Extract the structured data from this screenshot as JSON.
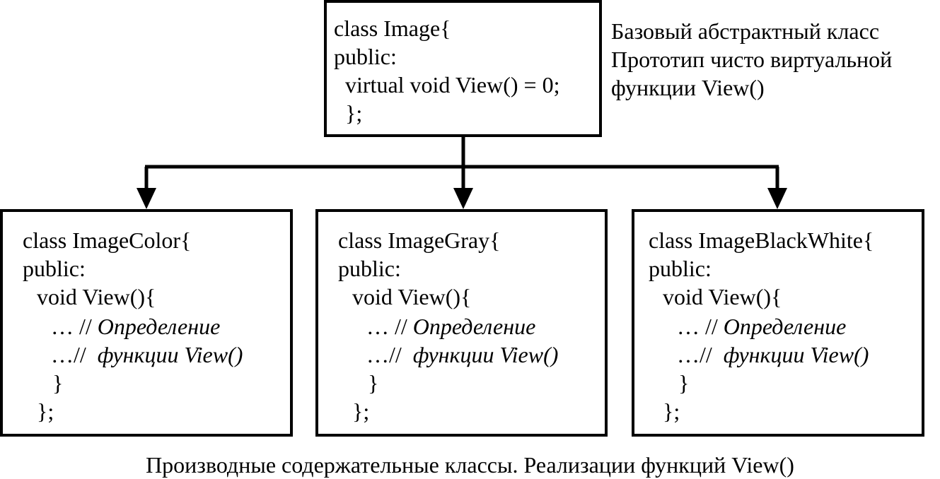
{
  "base_class": {
    "lines": [
      "class Image{",
      "public:",
      "  virtual void View() = 0;",
      "  };"
    ]
  },
  "base_note": {
    "lines": [
      "Базовый абстрактный класс",
      "Прототип чисто виртуальной",
      "функции View()"
    ]
  },
  "derived": [
    {
      "header": "class ImageColor{",
      "public": "public:",
      "method": "void View(){",
      "body1_prefix": "… // ",
      "body1_comment": "Определение",
      "body2_prefix": "…//  ",
      "body2_comment": "функции View()",
      "close_brace": "}",
      "end": "};"
    },
    {
      "header": "class ImageGray{",
      "public": "public:",
      "method": "void View(){",
      "body1_prefix": "… // ",
      "body1_comment": "Определение",
      "body2_prefix": "…//  ",
      "body2_comment": "функции View()",
      "close_brace": "}",
      "end": "};"
    },
    {
      "header": "class ImageBlackWhite{",
      "public": "public:",
      "method": "void View(){",
      "body1_prefix": "… // ",
      "body1_comment": "Определение",
      "body2_prefix": "…//  ",
      "body2_comment": "функции View()",
      "close_brace": "}",
      "end": "};"
    }
  ],
  "caption": "Производные содержательные классы. Реализации функций View()"
}
